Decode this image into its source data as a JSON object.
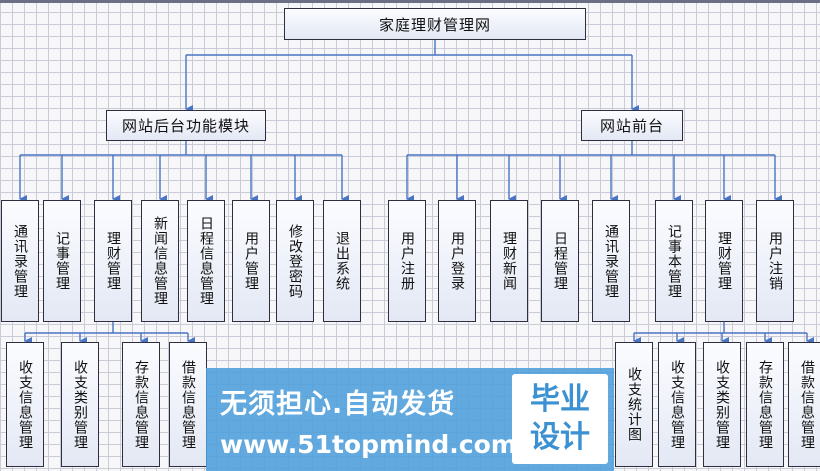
{
  "diagram": {
    "root": "家庭理财管理网",
    "backend": {
      "label": "网站后台功能模块",
      "children": [
        "通讯录管理",
        "记事管理",
        "理财管理",
        "新闻信息管理",
        "日程信息管理",
        "用户管理",
        "修改登密码",
        "退出系统"
      ],
      "finance_children": [
        "收支信息管理",
        "收支类别管理",
        "存款信息管理",
        "借款信息管理"
      ]
    },
    "frontend": {
      "label": "网站前台",
      "children": [
        "用户注册",
        "用户登录",
        "理财新闻",
        "日程管理",
        "通讯录管理",
        "记事本管理",
        "理财管理",
        "用户注销"
      ],
      "finance_children": [
        "收支统计图",
        "收支信息管理",
        "收支类别管理",
        "存款信息管理",
        "借款信息管理"
      ]
    }
  },
  "watermark": {
    "line1": "无须担心.自动发货",
    "line2": "www.51topmind.com",
    "badge_line1": "毕业",
    "badge_line2": "设计"
  },
  "colors": {
    "connector": "#4a74c4",
    "node_border": "#2e2e3e",
    "banner": "#4c9eda"
  }
}
